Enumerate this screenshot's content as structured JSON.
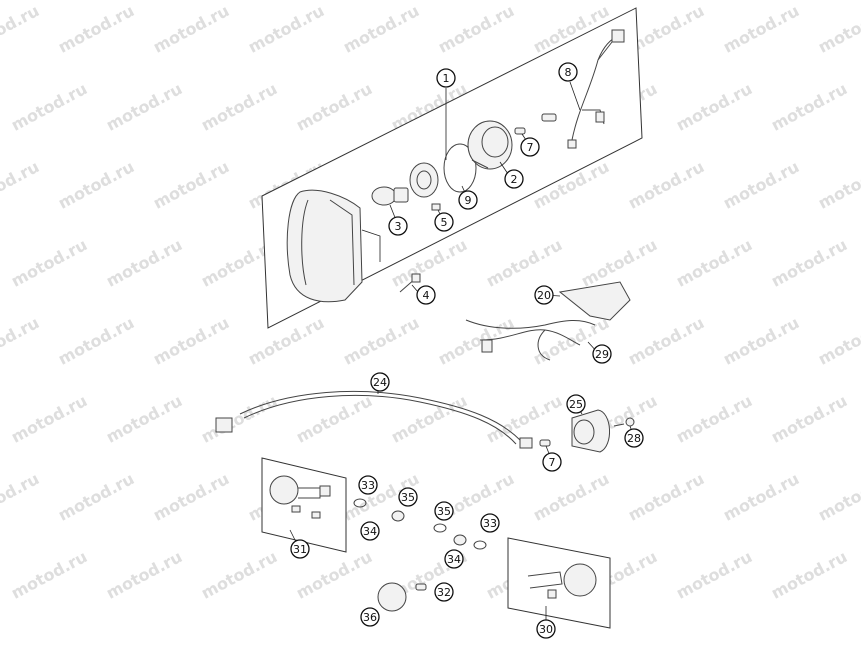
{
  "watermark": {
    "text": "motod.ru"
  },
  "callouts": [
    {
      "id": "c1",
      "label": "1"
    },
    {
      "id": "c2",
      "label": "2"
    },
    {
      "id": "c3",
      "label": "3"
    },
    {
      "id": "c4",
      "label": "4"
    },
    {
      "id": "c5",
      "label": "5"
    },
    {
      "id": "c7a",
      "label": "7"
    },
    {
      "id": "c7b",
      "label": "7"
    },
    {
      "id": "c8",
      "label": "8"
    },
    {
      "id": "c9",
      "label": "9"
    },
    {
      "id": "c20",
      "label": "20"
    },
    {
      "id": "c24",
      "label": "24"
    },
    {
      "id": "c25",
      "label": "25"
    },
    {
      "id": "c28",
      "label": "28"
    },
    {
      "id": "c29",
      "label": "29"
    },
    {
      "id": "c30",
      "label": "30"
    },
    {
      "id": "c31",
      "label": "31"
    },
    {
      "id": "c32",
      "label": "32"
    },
    {
      "id": "c33a",
      "label": "33"
    },
    {
      "id": "c33b",
      "label": "33"
    },
    {
      "id": "c34a",
      "label": "34"
    },
    {
      "id": "c34b",
      "label": "34"
    },
    {
      "id": "c35a",
      "label": "35"
    },
    {
      "id": "c35b",
      "label": "35"
    },
    {
      "id": "c36",
      "label": "36"
    }
  ]
}
